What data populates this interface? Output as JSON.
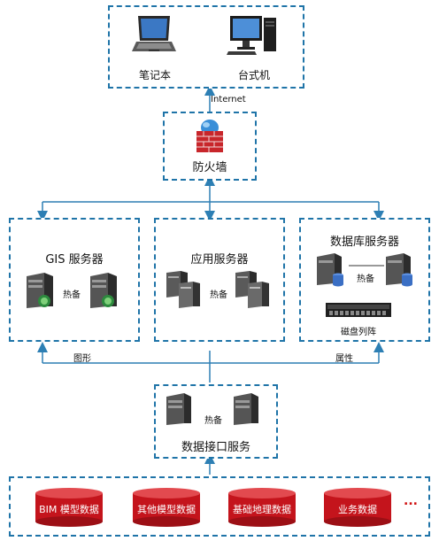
{
  "clients": {
    "laptop_label": "笔记本",
    "desktop_label": "台式机"
  },
  "internet_label": "Internet",
  "firewall_label": "防火墙",
  "servers": {
    "gis": {
      "title": "GIS 服务器",
      "standby": "热备"
    },
    "app": {
      "title": "应用服务器",
      "standby": "热备"
    },
    "db": {
      "title": "数据库服务器",
      "standby": "热备",
      "array_label": "磁盘列阵"
    }
  },
  "flow_labels": {
    "graphics": "图形",
    "attributes": "属性"
  },
  "interface": {
    "title": "数据接口服务",
    "standby": "热备"
  },
  "data_sources": [
    "BIM 模型数据",
    "其他模型数据",
    "基础地理数据",
    "业务数据"
  ],
  "more": "...",
  "colors": {
    "border": "#1f74a8",
    "arrow": "#2d7fb4",
    "db_red": "#c4141c",
    "more_red": "#d01010"
  },
  "icons": [
    "laptop-icon",
    "desktop-icon",
    "firewall-icon",
    "server-icon",
    "disk-array-icon",
    "database-cylinder-icon"
  ]
}
